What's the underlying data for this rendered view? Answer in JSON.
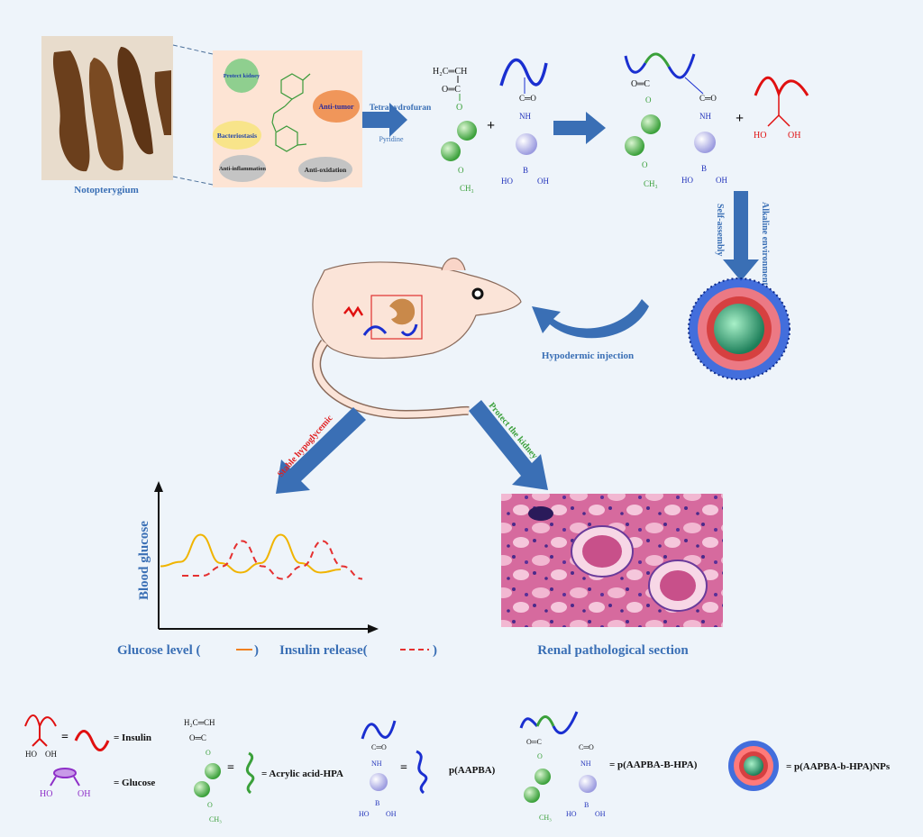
{
  "herb": {
    "caption": "Notopterygium"
  },
  "properties": {
    "protect_kidney": "Protect kidney",
    "anti_tumor": "Anti-tumor",
    "bacteriostasis": "Bacteriostasis",
    "anti_inflammation": "Anti-inflammation",
    "anti_oxidation": "Anti-oxidation"
  },
  "chem": {
    "h2c_ch": "H₂C═CH",
    "o_eq_c": "O═C",
    "c_eq_o": "C═O",
    "o": "O",
    "nh": "NH",
    "b": "B",
    "ho": "HO",
    "oh": "OH",
    "ch3": "CH₃",
    "plus": "+"
  },
  "reaction": {
    "solvent": "Tetrahydrofuran",
    "catalyst": "Pyridine",
    "alkaline": "Alkaline environment",
    "self_assembly": "Self-assembly",
    "injection": "Hypodermic injection"
  },
  "outcomes": {
    "stable": "Stable hypoglycemic",
    "protect": "Protect the kidney",
    "renal_caption": "Renal pathological section"
  },
  "chart_data": {
    "type": "line",
    "ylabel": "Blood glucose",
    "xlabel_glucose": "Glucose level (",
    "xlabel_insulin": "Insulin release(",
    "close_paren": ")",
    "series": [
      {
        "name": "Glucose level",
        "color": "#f0b400",
        "style": "solid",
        "values": [
          0.45,
          0.52,
          0.95,
          0.5,
          0.35,
          0.5,
          0.95,
          0.5,
          0.35,
          0.4
        ]
      },
      {
        "name": "Insulin release",
        "color": "#e53030",
        "style": "dashed",
        "values": [
          0.3,
          0.3,
          0.45,
          0.85,
          0.45,
          0.25,
          0.45,
          0.85,
          0.45,
          0.25
        ]
      }
    ]
  },
  "legend": {
    "eq": "=",
    "insulin": "= Insulin",
    "glucose": "= Glucose",
    "acrylic": "= Acrylic acid-HPA",
    "paapba": "p(AAPBA)",
    "paapba_b_hpa": "= p(AAPBA-B-HPA)",
    "nps": "= p(AAPBA-b-HPA)NPs"
  },
  "colors": {
    "arrow": "#3a6fb5",
    "insulin": "#e01010",
    "green": "#3aa03a",
    "blue": "#1a2fd0",
    "purple": "#8e2fc8"
  }
}
